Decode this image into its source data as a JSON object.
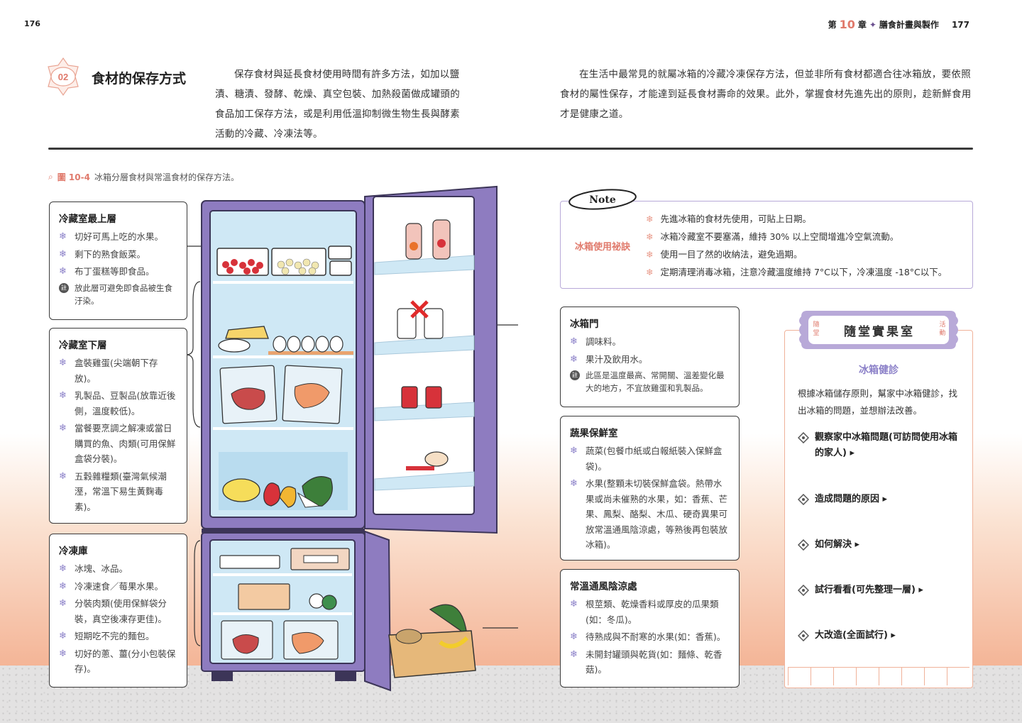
{
  "header": {
    "page_left": "176",
    "page_right": "177",
    "chapter_prefix": "第",
    "chapter_num": "10",
    "chapter_suffix": "章",
    "chapter_title": "膳食計畫與製作"
  },
  "section": {
    "number": "02",
    "title": "食材的保存方式",
    "intro_left": "保存食材與延長食材使用時間有許多方法，如加以鹽漬、糖漬、發酵、乾燥、真空包裝、加熱殺菌做成罐頭的食品加工保存方法，或是利用低溫抑制微生物生長與酵素活動的冷藏、冷凍法等。",
    "intro_right": "在生活中最常見的就屬冰箱的冷藏冷凍保存方法，但並非所有食材都適合往冰箱放，要依照食材的屬性保存，才能達到延長食材壽命的效果。此外，掌握食材先進先出的原則，趁新鮮食用才是健康之道。"
  },
  "figure": {
    "number": "圖 10-4",
    "caption": "冰箱分層食材與常溫食材的保存方法。"
  },
  "boxes": {
    "fridge_top": {
      "title": "冷藏室最上層",
      "items": [
        "切好可馬上吃的水果。",
        "剩下的熟食飯菜。",
        "布丁蛋糕等即食品。"
      ],
      "note_mark": "註",
      "note": "放此層可避免即食品被生食汙染。"
    },
    "fridge_lower": {
      "title": "冷藏室下層",
      "items": [
        "盒裝雞蛋(尖端朝下存放)。",
        "乳製品、豆製品(放靠近後側，溫度較低)。",
        "當餐要烹調之解凍或當日購買的魚、肉類(可用保鮮盒袋分裝)。",
        "五穀雜糧類(臺灣氣候潮溼，常溫下易生黃麴毒素)。"
      ]
    },
    "freezer": {
      "title": "冷凍庫",
      "items": [
        "冰塊、冰品。",
        "冷凍速食／莓果水果。",
        "分裝肉類(使用保鮮袋分裝，真空後凍存更佳)。",
        "短期吃不完的麵包。",
        "切好的蔥、薑(分小包裝保存)。"
      ]
    },
    "door": {
      "title": "冰箱門",
      "items": [
        "調味料。",
        "果汁及飲用水。"
      ],
      "note_mark": "註",
      "note": "此區是溫度最高、常開關、溫差變化最大的地方，不宜放雞蛋和乳製品。"
    },
    "crisper": {
      "title": "蔬果保鮮室",
      "items": [
        "蔬菜(包餐巾紙或白報紙裝入保鮮盒袋)。",
        "水果(整顆未切裝保鮮盒袋。熱帶水果或尚未催熟的水果，如：香蕉、芒果、鳳梨、酪梨、木瓜、硬奇異果可放常溫通風陰涼處，等熟後再包裝放冰箱)。"
      ]
    },
    "room_temp": {
      "title": "常溫通風陰涼處",
      "items": [
        "根莖類、乾燥香料或厚皮的瓜果類(如：冬瓜)。",
        "待熟成與不耐寒的水果(如：香蕉)。",
        "未開封罐頭與乾貨(如：麵條、乾香菇)。"
      ]
    }
  },
  "note_panel": {
    "tag": "Note",
    "label": "冰箱使用祕訣",
    "tips": [
      "先進冰箱的食材先使用，可貼上日期。",
      "冰箱冷藏室不要塞滿，維持 30% 以上空間增進冷空氣流動。",
      "使用一目了然的收納法，避免過期。",
      "定期清理消毒冰箱，注意冷藏溫度維持 7°C以下，冷凍溫度 -18°C以下。"
    ]
  },
  "activity": {
    "side_left": "隨堂",
    "side_right": "活動",
    "title": "隨堂實果室",
    "subtitle": "冰箱健診",
    "description": "根據冰箱儲存原則，幫家中冰箱健診，找出冰箱的問題，並想辦法改善。",
    "steps": [
      "觀察家中冰箱問題(可訪問使用冰箱的家人) ▸",
      "造成問題的原因 ▸",
      "如何解決 ▸",
      "試行看看(可先整理一層) ▸",
      "大改造(全面試行) ▸"
    ]
  },
  "colors": {
    "accent_coral": "#e07a6c",
    "accent_purple": "#8b80c8",
    "fridge_body": "#8e7cc0",
    "fridge_interior": "#cfe8f5"
  }
}
